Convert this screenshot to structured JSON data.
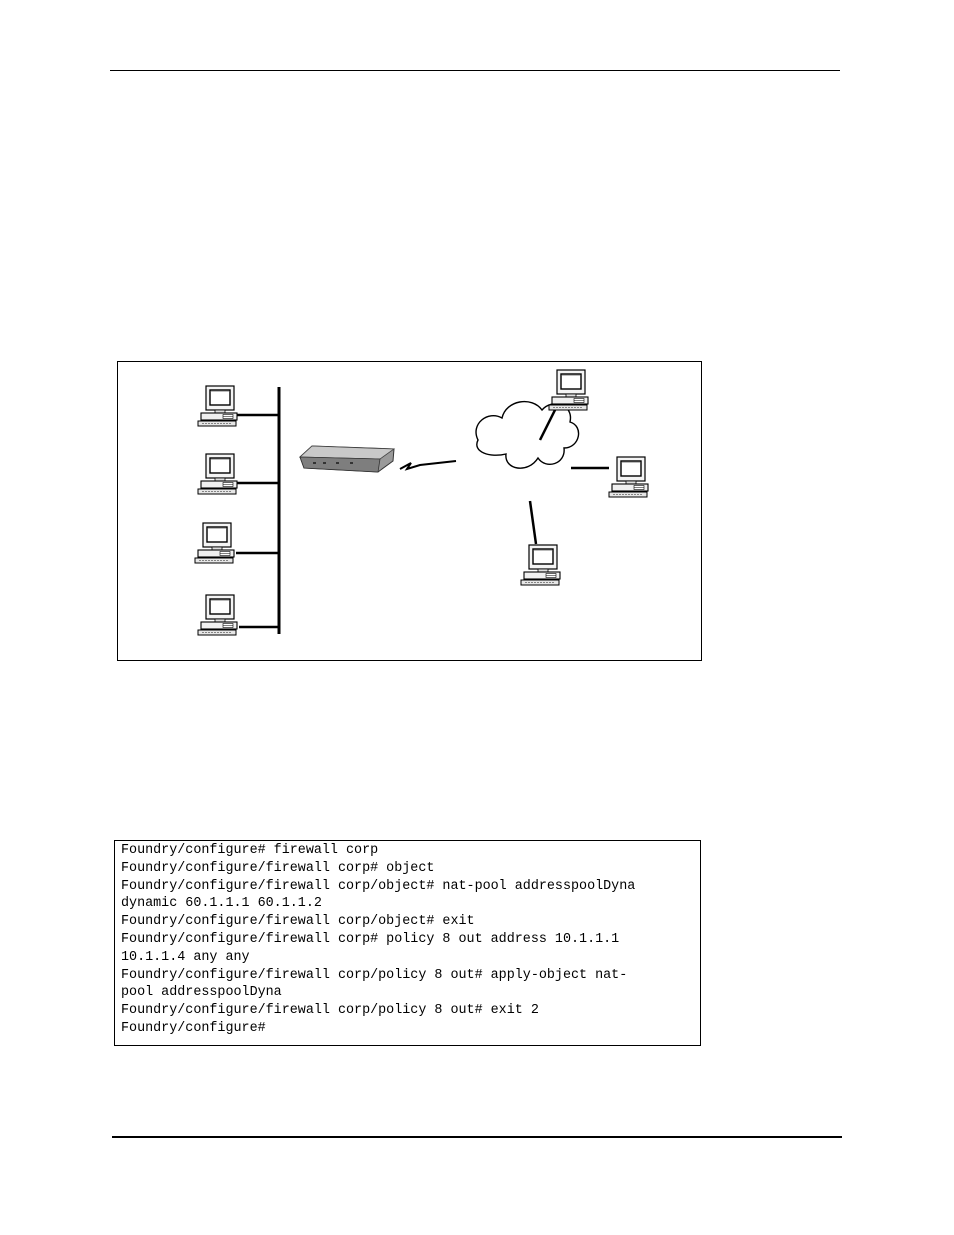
{
  "code_block": {
    "lines": [
      "Foundry/configure# firewall corp",
      "Foundry/configure/firewall corp# object",
      "Foundry/configure/firewall corp/object# nat-pool addresspoolDyna",
      "dynamic 60.1.1.1 60.1.1.2",
      "Foundry/configure/firewall corp/object# exit",
      "Foundry/configure/firewall corp# policy 8 out address 10.1.1.1",
      "10.1.1.4 any any",
      "Foundry/configure/firewall corp/policy 8 out# apply-object nat-",
      "pool addresspoolDyna",
      "Foundry/configure/firewall corp/policy 8 out# exit 2",
      "Foundry/configure#"
    ]
  },
  "diagram": {
    "icons": [
      "computer-icon",
      "router-icon",
      "cloud-icon",
      "serial-link-icon"
    ]
  }
}
